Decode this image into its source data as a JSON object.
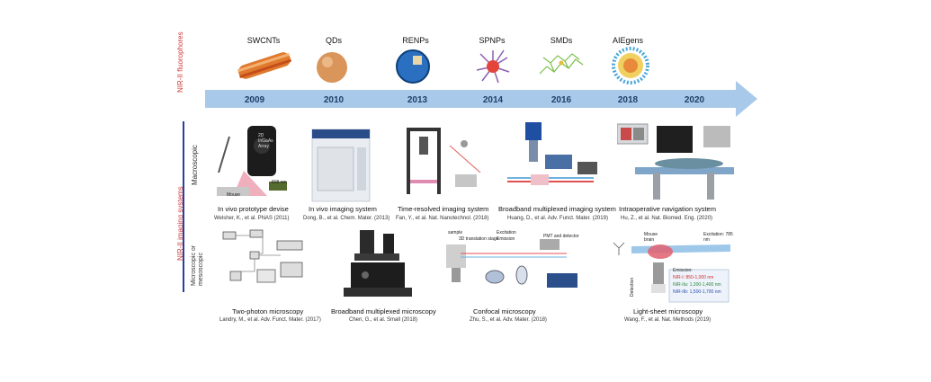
{
  "labels": {
    "fluorophores": "NIR-II fluorophores",
    "imaging_systems": "NIR-II imaging systems",
    "macroscopic": "Macroscopic",
    "microscopic": "Microscopic or mesoscopic"
  },
  "timeline": {
    "years": [
      "2009",
      "2010",
      "2013",
      "2014",
      "2016",
      "2018",
      "2020"
    ],
    "fluorophores": [
      "SWCNTs",
      "QDs",
      "RENPs",
      "SPNPs",
      "SMDs",
      "AIEgens"
    ],
    "arrow_color": "#a9c9ea"
  },
  "macroscopic_items": [
    {
      "caption": "In vivo prototype devise",
      "ref": "Welsher, K., et al. PNAS (2011)"
    },
    {
      "caption": "In vivo imaging system",
      "ref": "Dong, B., et al. Chem. Mater. (2013)"
    },
    {
      "caption": "Time-resolved imaging system",
      "ref": "Fan, Y., et al. Nat. Nanotechnol. (2018)"
    },
    {
      "caption": "Broadband multiplexed imaging system",
      "ref": "Huang, D., et al. Adv. Funct. Mater. (2019)"
    },
    {
      "caption": "Intraoperative navigation system",
      "ref": "Hu, Z., et al. Nat. Biomed. Eng. (2020)"
    }
  ],
  "microscopic_items": [
    {
      "caption": "Two-photon microscopy",
      "ref": "Landry, M., et al. Adv. Funct. Mater. (2017)"
    },
    {
      "caption": "Broadband multiplexed microscopy",
      "ref": "Chen, G., et al. Small (2018)"
    },
    {
      "caption": "Confocal microscopy",
      "ref": "Zhu, S., et al. Adv. Mater. (2018)"
    },
    {
      "caption": "Light-sheet microscopy",
      "ref": "Wang, F., et al. Nat. Methods (2019)"
    }
  ],
  "figure_text": {
    "ingaas_array": "2D InGaAs Array",
    "mouse": "Mouse",
    "nm808": "808 nm",
    "excitation": "Excitation",
    "emission": "Emission",
    "pmt": "PMT and detector",
    "sample": "sample",
    "stage": "3D translation stage",
    "mouse_brain": "Mouse brain",
    "exc785": "Excitation: 785 nm",
    "emission_label": "Emission:",
    "nir1": "NIR-I: 850-1,000 nm",
    "nir2": "NIR-IIa: 1,300-1,400 nm",
    "nir3": "NIR-IIb: 1,500-1,700 nm",
    "detection": "Detection"
  }
}
